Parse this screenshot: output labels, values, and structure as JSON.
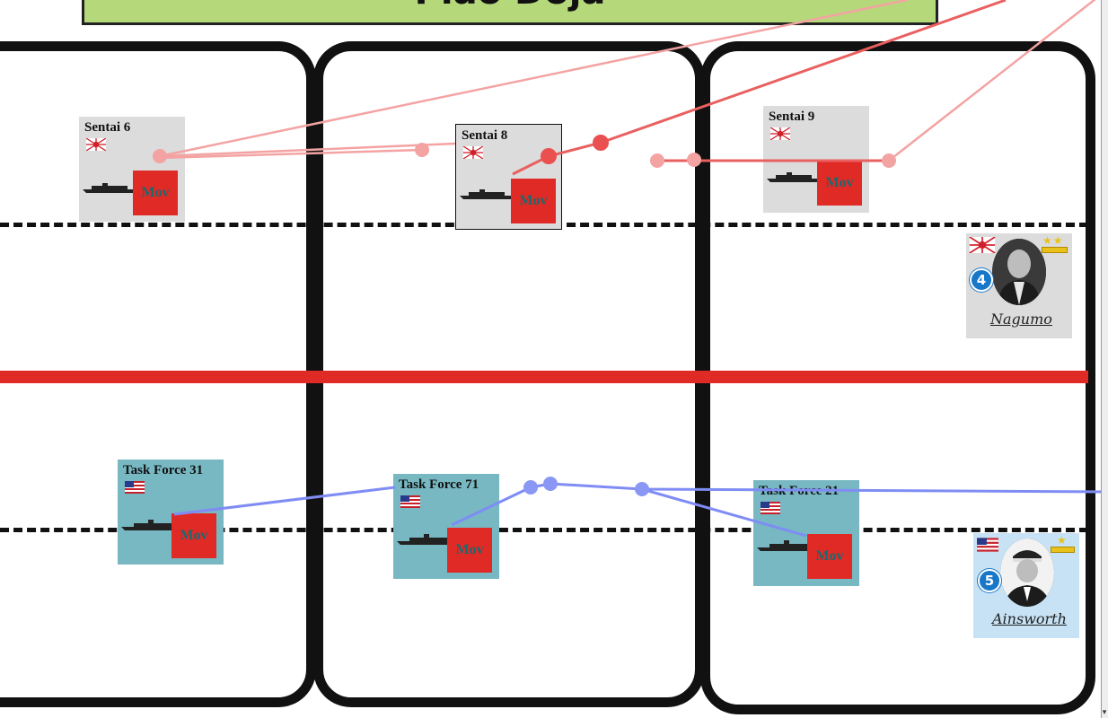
{
  "board": {
    "title": "Plao Doja"
  },
  "counters": [
    {
      "id": "sentai-6",
      "name": "Sentai 6",
      "side": "jp",
      "flag": "japan-flag-icon",
      "action": "Mov"
    },
    {
      "id": "sentai-8",
      "name": "Sentai 8",
      "side": "jp",
      "flag": "japan-flag-icon",
      "action": "Mov"
    },
    {
      "id": "sentai-9",
      "name": "Sentai 9",
      "side": "jp",
      "flag": "japan-flag-icon",
      "action": "Mov"
    },
    {
      "id": "task-force-31",
      "name": "Task Force 31",
      "side": "us",
      "flag": "us-flag-icon",
      "action": "Mov"
    },
    {
      "id": "task-force-71",
      "name": "Task Force 71",
      "side": "us",
      "flag": "us-flag-icon",
      "action": "Mov"
    },
    {
      "id": "task-force-21",
      "name": "Task Force 21",
      "side": "us",
      "flag": "us-flag-icon",
      "action": "Mov"
    }
  ],
  "leaders": [
    {
      "id": "nagumo",
      "name": "Nagumo",
      "rating": "4",
      "stars": "★★",
      "side": "jp"
    },
    {
      "id": "ainsworth",
      "name": "Ainsworth",
      "rating": "5",
      "stars": "★",
      "side": "us"
    }
  ],
  "colors": {
    "jp_line": "#e8474a",
    "us_line": "#6f7ff0",
    "banner": "#b5d97a",
    "mov": "#e02a25",
    "jp_counter": "#dcdcdc",
    "us_counter": "#77b8c2",
    "divider": "#e02a25"
  },
  "scrollbar": {
    "down_arrow": "▾"
  }
}
